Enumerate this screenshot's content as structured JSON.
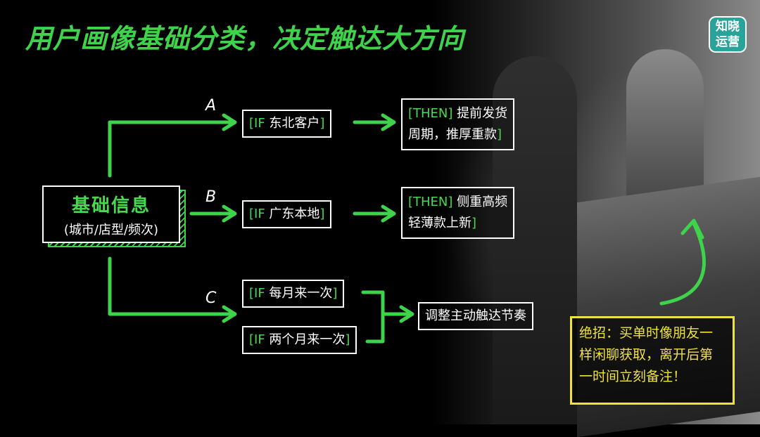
{
  "title": "用户画像基础分类，决定触达大方向",
  "logo": {
    "line1": "知晓",
    "line2": "运营"
  },
  "source": {
    "title": "基础信息",
    "subtitle": "(城市/店型/频次)"
  },
  "branches": [
    {
      "letter": "A",
      "conditions": [
        {
          "open": "[IF",
          "text": " 东北客户",
          "close": "]"
        }
      ],
      "result": {
        "open": "[THEN]",
        "line1": " 提前发货",
        "line2": "周期，推厚重款",
        "close": "]"
      }
    },
    {
      "letter": "B",
      "conditions": [
        {
          "open": "[IF",
          "text": " 广东本地",
          "close": "]"
        }
      ],
      "result": {
        "open": "[THEN]",
        "line1": " 侧重高频",
        "line2": "轻薄款上新",
        "close": "]"
      }
    },
    {
      "letter": "C",
      "conditions": [
        {
          "open": "[IF",
          "text": " 每月来一次",
          "close": "]"
        },
        {
          "open": "[IF",
          "text": " 两个月来一次",
          "close": "]"
        }
      ],
      "result": {
        "text": "调整主动触达节奏"
      }
    }
  ],
  "callout": {
    "line1": "绝招：买单时像朋友一",
    "line2": "样闲聊获取，离开后第",
    "line3": "一时间立刻备注！"
  },
  "colors": {
    "accent_green": "#3ed34a",
    "callout_yellow": "#efe141",
    "logo_teal": "#2aa39a"
  }
}
